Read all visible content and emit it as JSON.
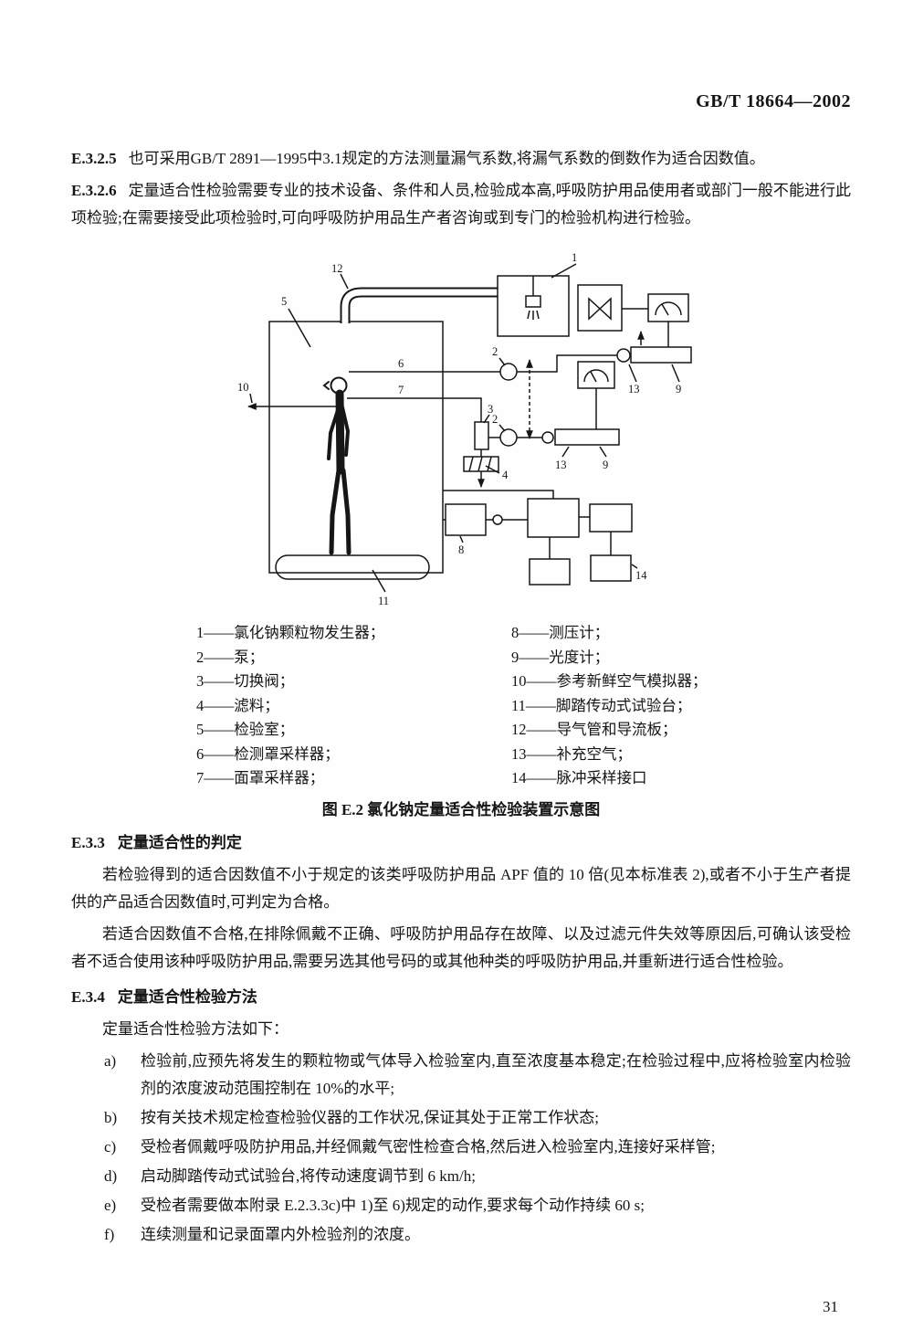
{
  "header": {
    "standard_number": "GB/T 18664—2002"
  },
  "sections": {
    "e325": {
      "label": "E.3.2.5",
      "text": "也可采用GB/T 2891—1995中3.1规定的方法测量漏气系数,将漏气系数的倒数作为适合因数值。"
    },
    "e326": {
      "label": "E.3.2.6",
      "text": "定量适合性检验需要专业的技术设备、条件和人员,检验成本高,呼吸防护用品使用者或部门一般不能进行此项检验;在需要接受此项检验时,可向呼吸防护用品生产者咨询或到专门的检验机构进行检验。"
    },
    "e33": {
      "label": "E.3.3",
      "title": "定量适合性的判定",
      "para1": "若检验得到的适合因数值不小于规定的该类呼吸防护用品 APF 值的 10 倍(见本标准表 2),或者不小于生产者提供的产品适合因数值时,可判定为合格。",
      "para2": "若适合因数值不合格,在排除佩戴不正确、呼吸防护用品存在故障、以及过滤元件失效等原因后,可确认该受检者不适合使用该种呼吸防护用品,需要另选其他号码的或其他种类的呼吸防护用品,并重新进行适合性检验。"
    },
    "e34": {
      "label": "E.3.4",
      "title": "定量适合性检验方法",
      "intro": "定量适合性检验方法如下：",
      "items": [
        {
          "label": "a)",
          "text": "检验前,应预先将发生的颗粒物或气体导入检验室内,直至浓度基本稳定;在检验过程中,应将检验室内检验剂的浓度波动范围控制在 10%的水平;"
        },
        {
          "label": "b)",
          "text": "按有关技术规定检查检验仪器的工作状况,保证其处于正常工作状态;"
        },
        {
          "label": "c)",
          "text": "受检者佩戴呼吸防护用品,并经佩戴气密性检查合格,然后进入检验室内,连接好采样管;"
        },
        {
          "label": "d)",
          "text": "启动脚踏传动式试验台,将传动速度调节到 6 km/h;"
        },
        {
          "label": "e)",
          "text": "受检者需要做本附录 E.2.3.3c)中 1)至 6)规定的动作,要求每个动作持续 60 s;"
        },
        {
          "label": "f)",
          "text": "连续测量和记录面罩内外检验剂的浓度。"
        }
      ]
    }
  },
  "figure": {
    "caption": "图 E.2  氯化钠定量适合性检验装置示意图",
    "diagram_labels": {
      "generator": "1",
      "pump": "2",
      "valve": "3",
      "filter": "4",
      "chamber": "5",
      "hood_sampler": "6",
      "mask_sampler": "7",
      "manometer": "8",
      "photometer": "9",
      "fresh_air": "10",
      "treadmill": "11",
      "duct": "12",
      "makeup_air": "13",
      "pulse_port": "14"
    },
    "legend_left": [
      "1——氯化钠颗粒物发生器；",
      "2——泵；",
      "3——切换阀；",
      "4——滤料；",
      "5——检验室；",
      "6——检测罩采样器；",
      "7——面罩采样器；"
    ],
    "legend_right": [
      "8——测压计；",
      "9——光度计；",
      "10——参考新鲜空气模拟器；",
      "11——脚踏传动式试验台；",
      "12——导气管和导流板；",
      "13——补充空气；",
      "14——脉冲采样接口"
    ]
  },
  "footer": {
    "page_number": "31"
  }
}
